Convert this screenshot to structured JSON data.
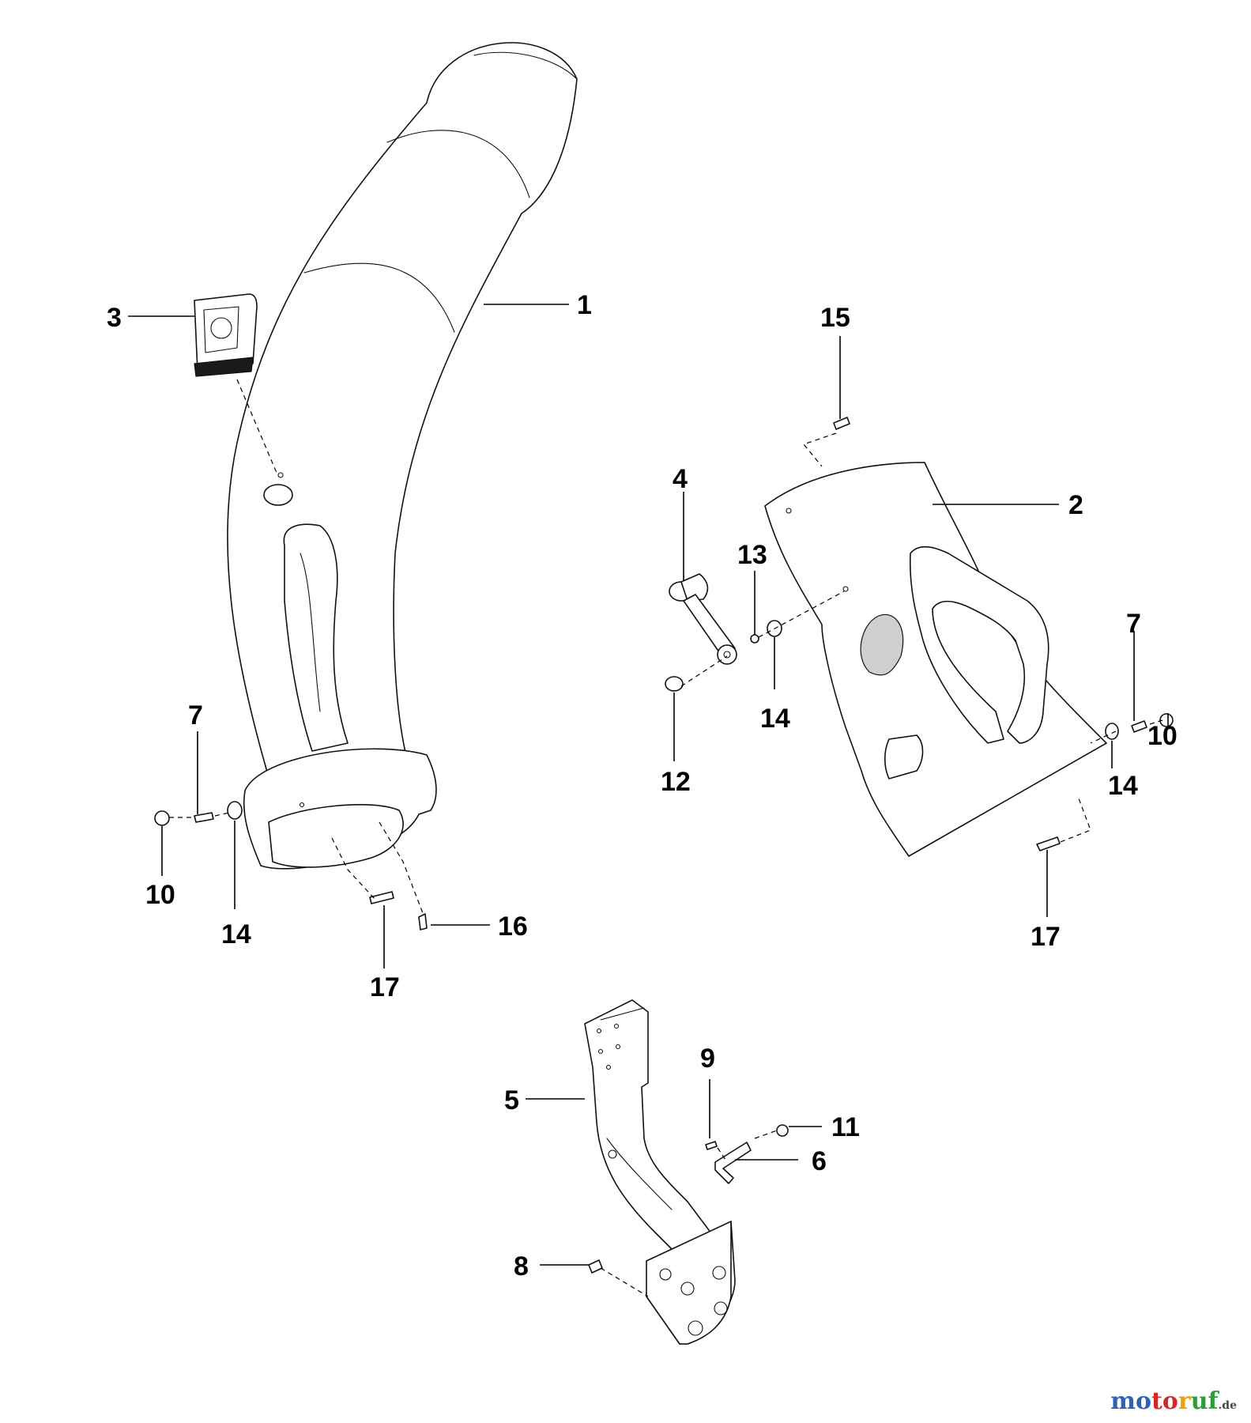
{
  "callouts": {
    "c1": "1",
    "c2": "2",
    "c3": "3",
    "c4": "4",
    "c5": "5",
    "c6": "6",
    "c7a": "7",
    "c7b": "7",
    "c8": "8",
    "c9": "9",
    "c10a": "10",
    "c10b": "10",
    "c11": "11",
    "c12": "12",
    "c13": "13",
    "c14a": "14",
    "c14b": "14",
    "c14c": "14",
    "c15": "15",
    "c16": "16",
    "c17a": "17",
    "c17b": "17"
  },
  "watermark": {
    "text": "motoruf",
    "suffix": ".de"
  }
}
